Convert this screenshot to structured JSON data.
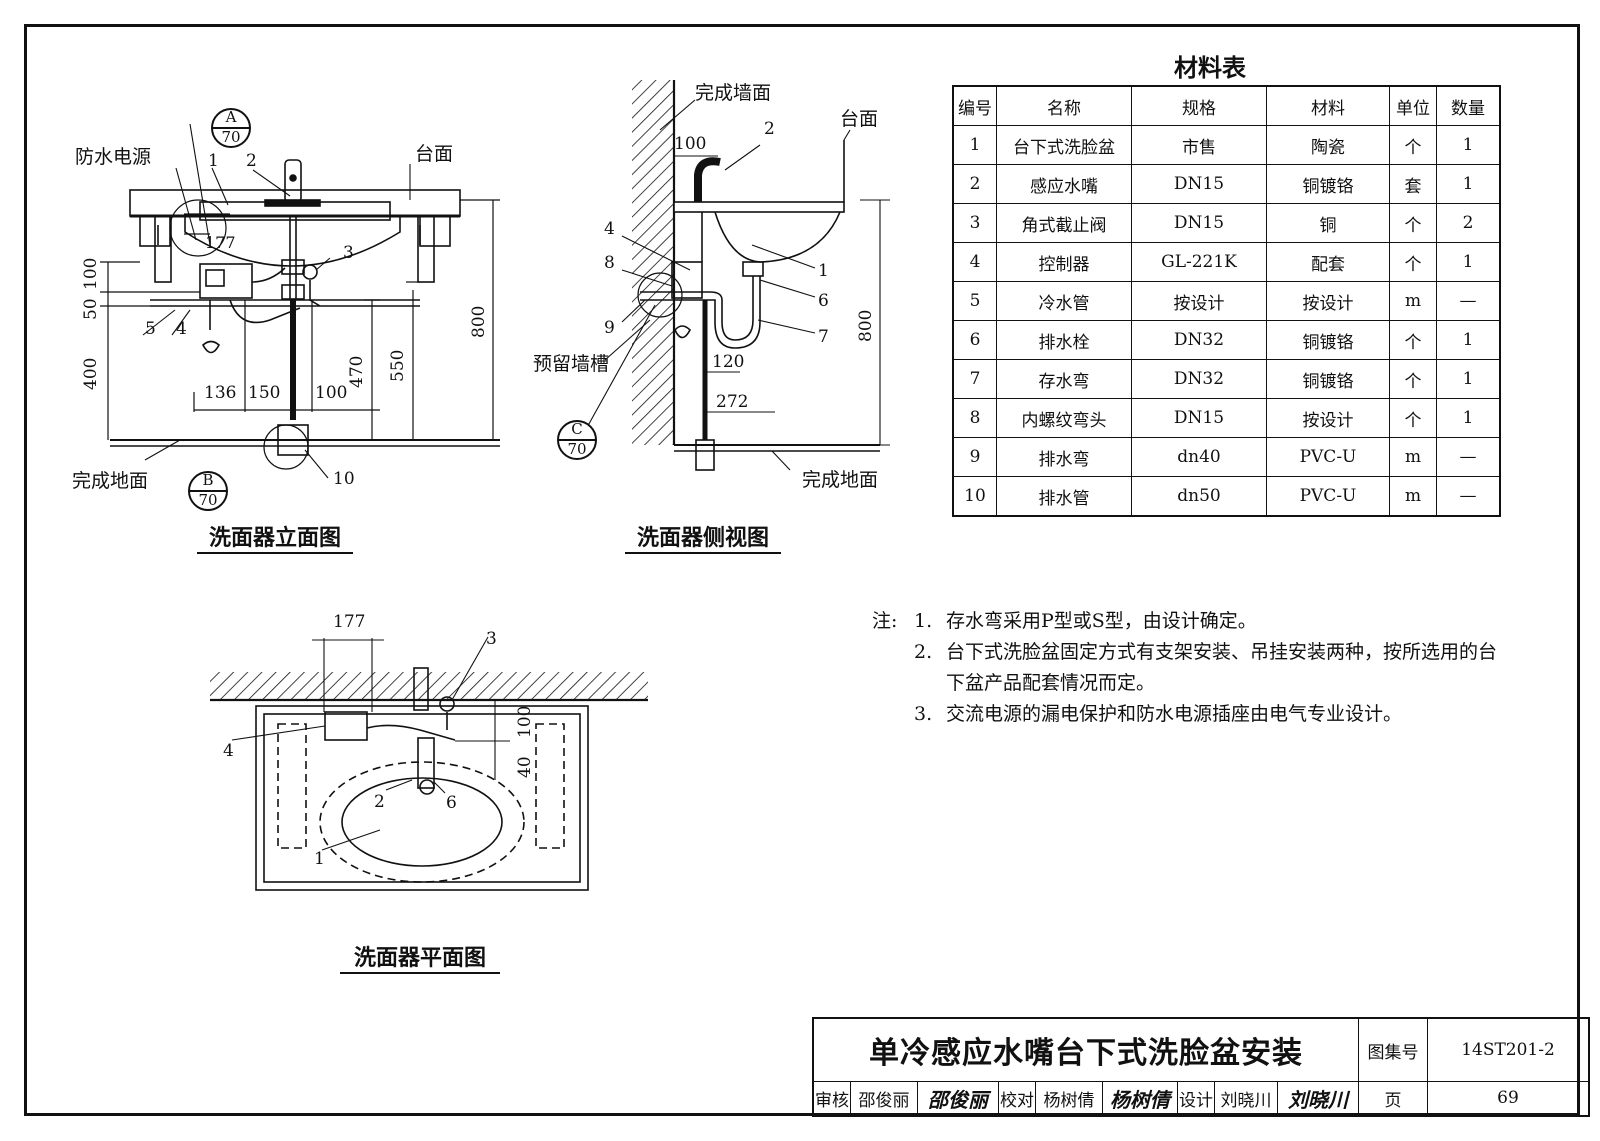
{
  "diagrams": {
    "elevation": {
      "title": "洗面器立面图",
      "labels": {
        "power": "防水电源",
        "counter": "台面",
        "floor": "完成地面",
        "p1": "1",
        "p2": "2",
        "p3": "3",
        "p4": "4",
        "p5": "5",
        "p10": "10",
        "d177": "177",
        "d100": "100",
        "d50": "50",
        "d400": "400",
        "d136": "136",
        "d150": "150",
        "d100b": "100",
        "d470": "470",
        "d550": "550",
        "d800": "800"
      },
      "callouts": [
        {
          "letter": "A",
          "sheet": "70"
        },
        {
          "letter": "B",
          "sheet": "70"
        }
      ]
    },
    "side": {
      "title": "洗面器侧视图",
      "labels": {
        "wall": "完成墙面",
        "counter": "台面",
        "groove": "预留墙槽",
        "floor": "完成地面",
        "d100": "100",
        "d120": "120",
        "d272": "272",
        "d800": "800",
        "p1": "1",
        "p2": "2",
        "p4": "4",
        "p6": "6",
        "p7": "7",
        "p8": "8",
        "p9": "9"
      },
      "callouts": [
        {
          "letter": "C",
          "sheet": "70"
        }
      ]
    },
    "plan": {
      "title": "洗面器平面图",
      "labels": {
        "d177": "177",
        "d100": "100",
        "d40": "40",
        "p1": "1",
        "p2": "2",
        "p3": "3",
        "p4": "4",
        "p6": "6"
      }
    }
  },
  "materials": {
    "title": "材料表",
    "headers": [
      "编号",
      "名称",
      "规格",
      "材料",
      "单位",
      "数量"
    ],
    "rows": [
      [
        "1",
        "台下式洗脸盆",
        "市售",
        "陶瓷",
        "个",
        "1"
      ],
      [
        "2",
        "感应水嘴",
        "DN15",
        "铜镀铬",
        "套",
        "1"
      ],
      [
        "3",
        "角式截止阀",
        "DN15",
        "铜",
        "个",
        "2"
      ],
      [
        "4",
        "控制器",
        "GL-221K",
        "配套",
        "个",
        "1"
      ],
      [
        "5",
        "冷水管",
        "按设计",
        "按设计",
        "m",
        "—"
      ],
      [
        "6",
        "排水栓",
        "DN32",
        "铜镀铬",
        "个",
        "1"
      ],
      [
        "7",
        "存水弯",
        "DN32",
        "铜镀铬",
        "个",
        "1"
      ],
      [
        "8",
        "内螺纹弯头",
        "DN15",
        "按设计",
        "个",
        "1"
      ],
      [
        "9",
        "排水弯",
        "dn40",
        "PVC-U",
        "m",
        "—"
      ],
      [
        "10",
        "排水管",
        "dn50",
        "PVC-U",
        "m",
        "—"
      ]
    ]
  },
  "notes": {
    "label": "注:",
    "items": [
      {
        "num": "1.",
        "text": "存水弯采用P型或S型，由设计确定。"
      },
      {
        "num": "2.",
        "text": "台下式洗脸盆固定方式有支架安装、吊挂安装两种，按所选用的台下盆产品配套情况而定。"
      },
      {
        "num": "3.",
        "text": "交流电源的漏电保护和防水电源插座由电气专业设计。"
      }
    ]
  },
  "title_block": {
    "title": "单冷感应水嘴台下式洗脸盆安装",
    "atlas_label": "图集号",
    "atlas_no": "14ST201-2",
    "page_label": "页",
    "page_no": "69",
    "review_label": "审核",
    "reviewer": "邵俊丽",
    "reviewer_sig": "邵俊丽",
    "check_label": "校对",
    "checker": "杨树倩",
    "checker_sig": "杨树倩",
    "design_label": "设计",
    "designer": "刘晓川",
    "designer_sig": "刘晓川"
  }
}
